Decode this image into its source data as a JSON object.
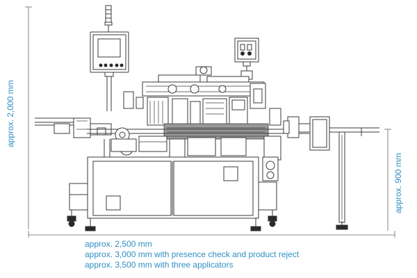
{
  "dimensions": {
    "height_overall": "approx. 2,000 mm",
    "height_conveyor": "approx. 900 mm",
    "width_lines": [
      "approx. 2,500 mm",
      "approx. 3,000 mm with presence check and product reject",
      "approx. 3,500 mm with three applicators"
    ]
  },
  "colors": {
    "dimension_text": "#2f8fc2",
    "drawing_lines": "#3a3a3a"
  }
}
